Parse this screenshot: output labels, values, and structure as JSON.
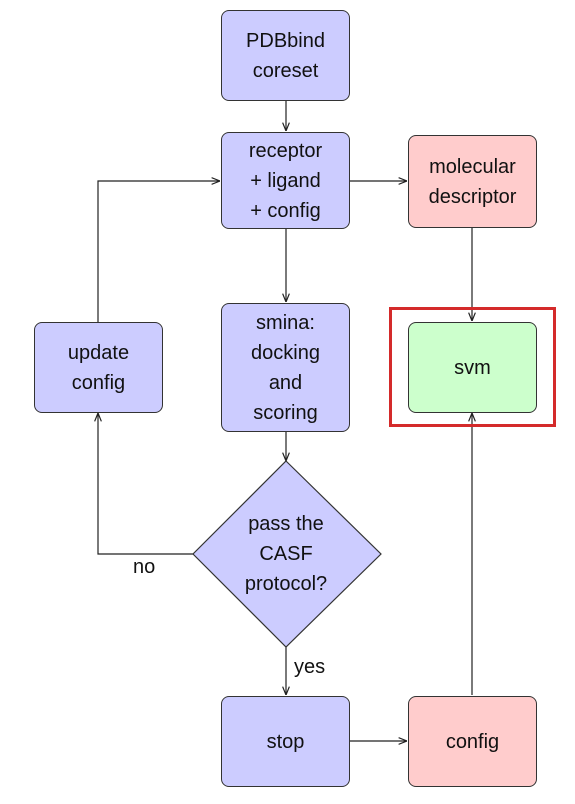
{
  "nodes": {
    "pdbbind": "PDBbind\ncoreset",
    "receptor": "receptor\n+ ligand\n+ config",
    "descriptor": "molecular\ndescriptor",
    "smina": "smina:\ndocking\nand\nscoring",
    "update": "update\nconfig",
    "svm": "svm",
    "decision": "pass the\nCASF\nprotocol?",
    "stop": "stop",
    "config": "config"
  },
  "edges": {
    "no": "no",
    "yes": "yes"
  },
  "colors": {
    "process": "#ccccff",
    "io": "#ffcccc",
    "model": "#ccffcc",
    "highlight": "#d42a2a"
  }
}
